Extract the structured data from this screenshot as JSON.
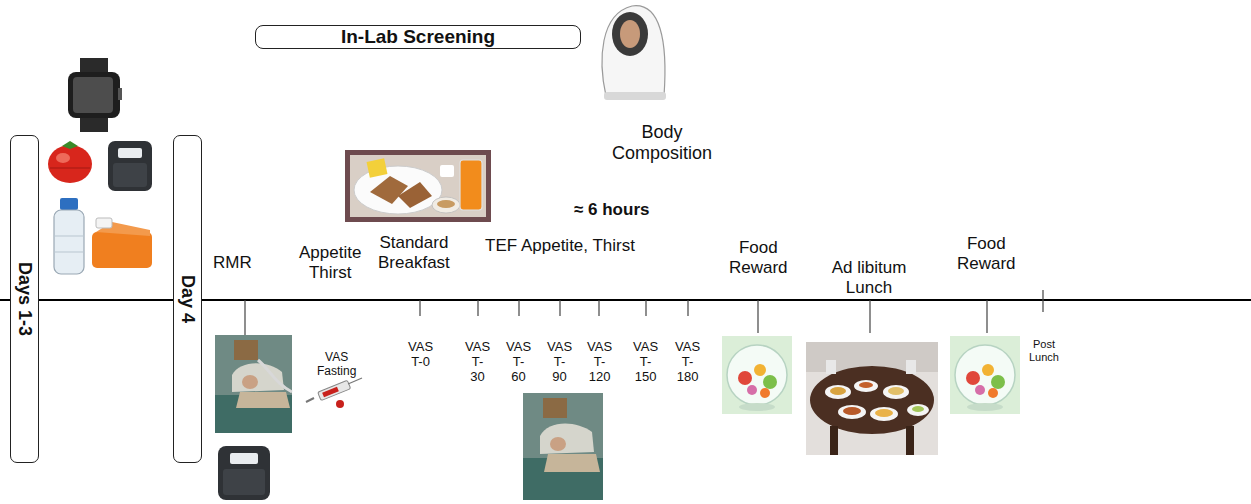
{
  "diagram": {
    "nodes": [
      {
        "text": [
          "In-Lab Screening"
        ]
      },
      {
        "text": [
          "Days 1-3"
        ]
      },
      {
        "text": [
          "Day 4"
        ]
      }
    ],
    "labels": [
      "Body Composition",
      "≈ 6 hours",
      "RMR",
      "Appetite Thirst",
      "VAS Fasting",
      "Standard Breakfast",
      "VAS T-0",
      "VAS T-30",
      "VAS T-60",
      "VAS T-90",
      "VAS T-120",
      "VAS T-150",
      "VAS T-180",
      "TEF Appetite, Thirst",
      "Food Reward",
      "Ad libitum Lunch",
      "Food Reward",
      "Post Lunch"
    ]
  }
}
